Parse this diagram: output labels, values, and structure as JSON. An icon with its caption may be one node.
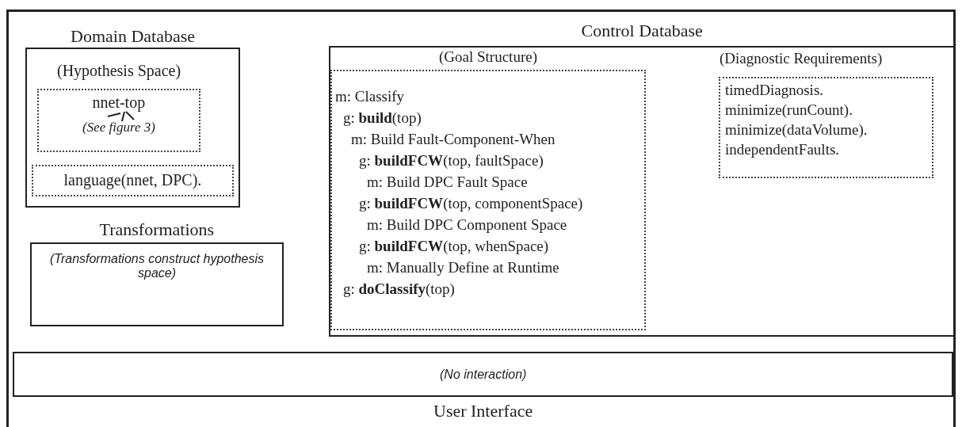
{
  "diagram": {
    "nodes": [
      {
        "text": [
          "Domain Database"
        ]
      },
      {
        "text": [
          "(Hypothesis Space)",
          "nnet-top",
          "(See figure 3)"
        ],
        "in": 0
      },
      {
        "text": [
          "language(nnet, DPC)."
        ],
        "in": 0
      },
      {
        "text": [
          "Transformations",
          "(Transformations construct hypothesis space)"
        ]
      },
      {
        "text": [
          "Control Database"
        ]
      },
      {
        "text": [
          "(Goal Structure)",
          "m: Classify",
          "g: **build**(top)",
          "m: Build Fault-Component-When",
          "g: **buildFCW**(top, faultSpace)",
          "m: Build DPC Fault Space",
          "g: **buildFCW**(top, componentSpace)",
          "m: Build DPC Component Space",
          "g: **buildFCW**(top, whenSpace)",
          "m: Manually Define at Runtime",
          "g: **doClassify**(top)"
        ],
        "in": 4
      },
      {
        "text": [
          "(Diagnostic Requirements)",
          "timedDiagnosis.",
          "minimize(runCount).",
          "minimize(dataVolume).",
          "independentFaults."
        ],
        "in": 4
      },
      {
        "text": [
          "(No interaction)",
          "User Interface"
        ]
      }
    ]
  }
}
